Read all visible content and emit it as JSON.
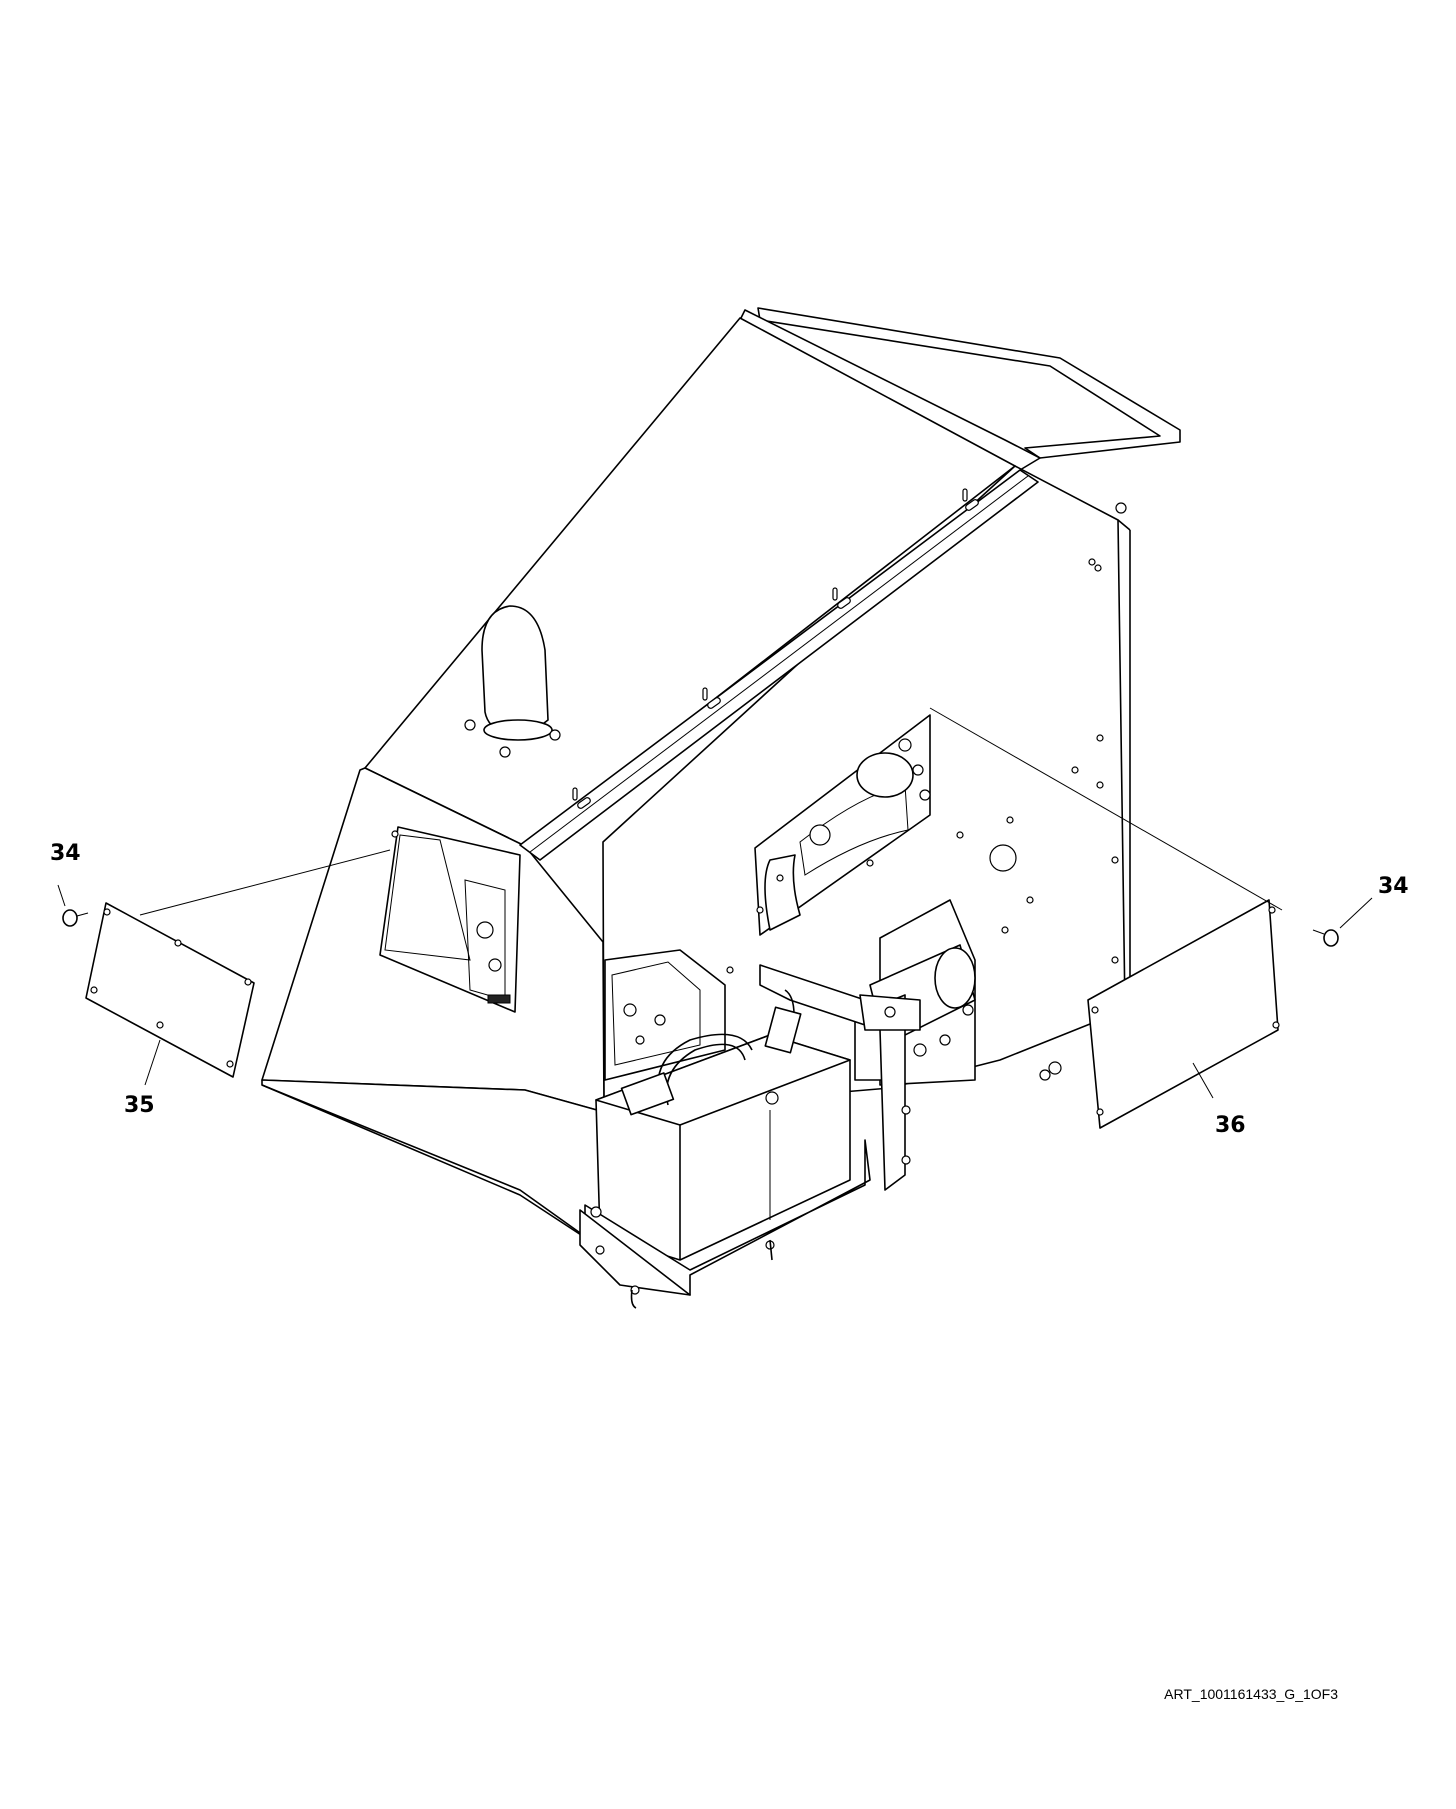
{
  "callouts": {
    "c34_left": "34",
    "c34_right": "34",
    "c35": "35",
    "c36": "36"
  },
  "art_id": "ART_1001161433_G_1OF3",
  "colors": {
    "line": "#000000",
    "background": "#ffffff"
  }
}
